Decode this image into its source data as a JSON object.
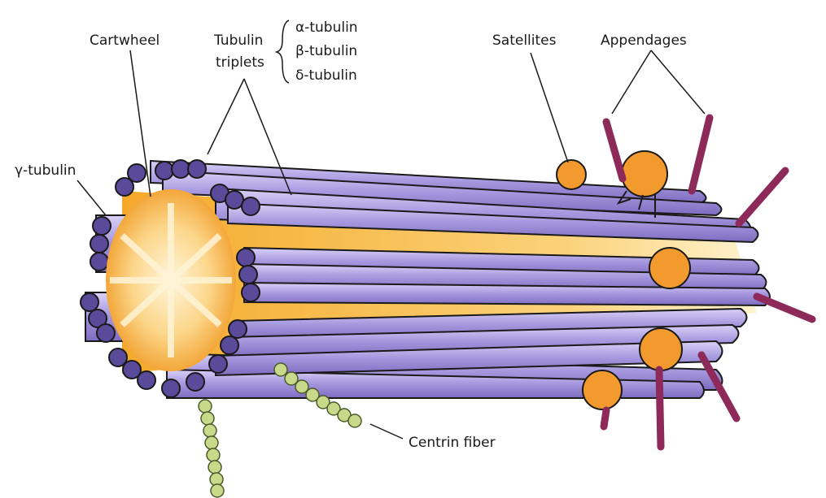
{
  "labels": {
    "cartwheel": "Cartwheel",
    "tubulin_triplets_line1": "Tubulin",
    "tubulin_triplets_line2": "triplets",
    "alpha_tubulin": "α-tubulin",
    "beta_tubulin": "β-tubulin",
    "delta_tubulin": "δ-tubulin",
    "satellites": "Satellites",
    "appendages": "Appendages",
    "gamma_tubulin": "γ-tubulin",
    "centrin_fiber": "Centrin fiber"
  },
  "colors": {
    "tubule_fill": "#a99be0",
    "tubule_light": "#cdc3f2",
    "tubule_dark": "#6a5aa8",
    "tubule_end": "#5a4a9a",
    "lumen": "#f7b53a",
    "cartwheel_core": "#fde2a0",
    "satellite": "#f39a2e",
    "appendage": "#8e2a5a",
    "centrin": "#c9d98a",
    "outline": "#1a1a1a"
  }
}
